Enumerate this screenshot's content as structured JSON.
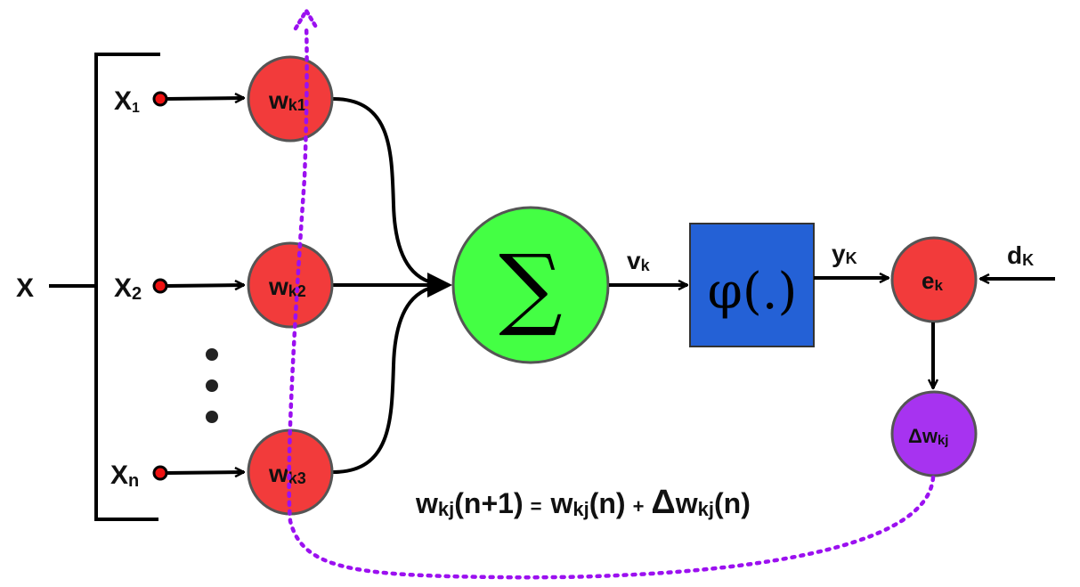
{
  "diagram": {
    "input_vector": "X",
    "inputs": [
      {
        "base": "X",
        "sub": "1"
      },
      {
        "base": "X",
        "sub": "2"
      },
      {
        "base": "X",
        "sub": "n"
      }
    ],
    "weights": [
      {
        "base": "w",
        "sub": "k1"
      },
      {
        "base": "w",
        "sub": "k2"
      },
      {
        "base": "w",
        "sub": "k3"
      }
    ],
    "summation_symbol": "∑",
    "v_label": {
      "base": "v",
      "sub": "k"
    },
    "activation_label": "φ(.)",
    "y_label": {
      "base": "y",
      "sub": "K"
    },
    "d_label": {
      "base": "d",
      "sub": "K"
    },
    "error_node": {
      "base": "e",
      "sub": "k"
    },
    "delta_node": {
      "base": "Δw",
      "sub": "kj"
    },
    "update_rule": {
      "lhs_base": "w",
      "lhs_sub": "kj",
      "lhs_arg": "(n+1)",
      "eq": "=",
      "r1_base": "w",
      "r1_sub": "kj",
      "r1_arg": "(n)",
      "plus": "+",
      "delta": "Δ",
      "r2_base": "w",
      "r2_sub": "kj",
      "r2_arg": "(n)"
    }
  },
  "colors": {
    "weight_node": "#f23b3b",
    "summation_node": "#44ff44",
    "activation_box": "#2461d6",
    "delta_node": "#a733f0",
    "feedback_path": "#9b10f0",
    "input_dot": "#ee1111"
  }
}
